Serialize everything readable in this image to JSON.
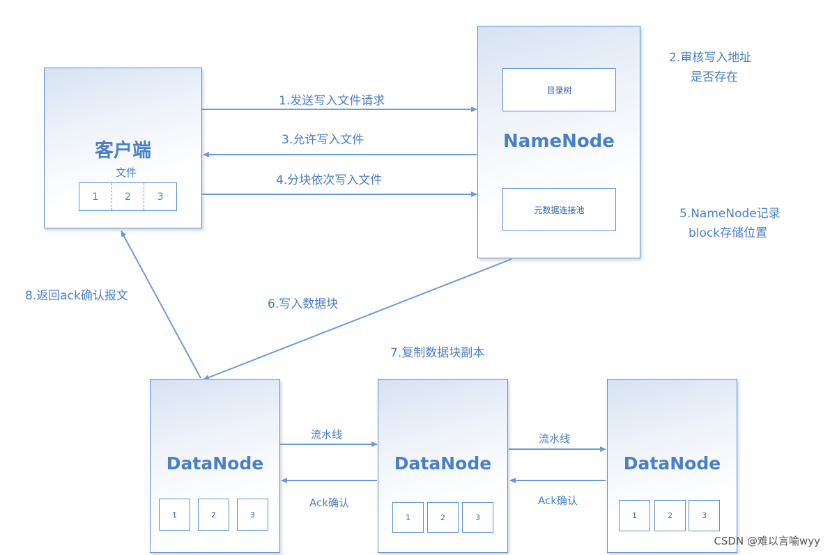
{
  "client": {
    "title": "客户端",
    "file_label": "文件",
    "blocks": [
      "1",
      "2",
      "3"
    ]
  },
  "namenode": {
    "title": "NameNode",
    "dir_tree": "目录树",
    "metadata_pool": "元数据连接池"
  },
  "datanodes": [
    {
      "title": "DataNode",
      "blocks": [
        "1",
        "2",
        "3"
      ]
    },
    {
      "title": "DataNode",
      "blocks": [
        "1",
        "2",
        "3"
      ]
    },
    {
      "title": "DataNode",
      "blocks": [
        "1",
        "2",
        "3"
      ]
    }
  ],
  "steps": {
    "s1": "1.发送写入文件请求",
    "s2_line1": "2.审核写入地址",
    "s2_line2": "是否存在",
    "s3": "3.允许写入文件",
    "s4": "4.分块依次写入文件",
    "s5_line1": "5.NameNode记录",
    "s5_line2": "block存储位置",
    "s6": "6.写入数据块",
    "s7": "7.复制数据块副本",
    "s8": "8.返回ack确认报文"
  },
  "pipeline": {
    "flow_label_1": "流水线",
    "ack_label_1": "Ack确认",
    "flow_label_2": "流水线",
    "ack_label_2": "Ack确认"
  },
  "watermark": "CSDN @难以言喻wyy",
  "colors": {
    "border": "#5b8fd0",
    "text": "#4a7fc6",
    "arrow": "#6a9ad8"
  }
}
